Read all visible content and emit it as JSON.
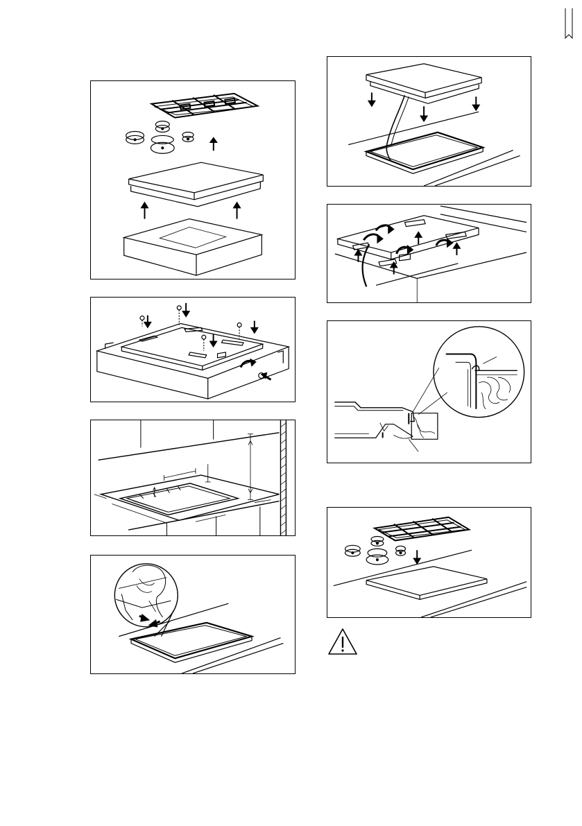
{
  "page": {
    "figures": [
      {
        "name": "remove-pan-supports-and-cover"
      },
      {
        "name": "hob-fixing-screws"
      },
      {
        "name": "worktop-cutout-dimensions"
      },
      {
        "name": "apply-seal"
      },
      {
        "name": "insert-hob-in-cutout"
      },
      {
        "name": "hob-brackets-underside"
      },
      {
        "name": "seal-detail-section"
      },
      {
        "name": "refit-pan-supports"
      }
    ],
    "icons": {
      "bookmark": "bookmark-icon",
      "warning": "warning-triangle-icon"
    }
  }
}
